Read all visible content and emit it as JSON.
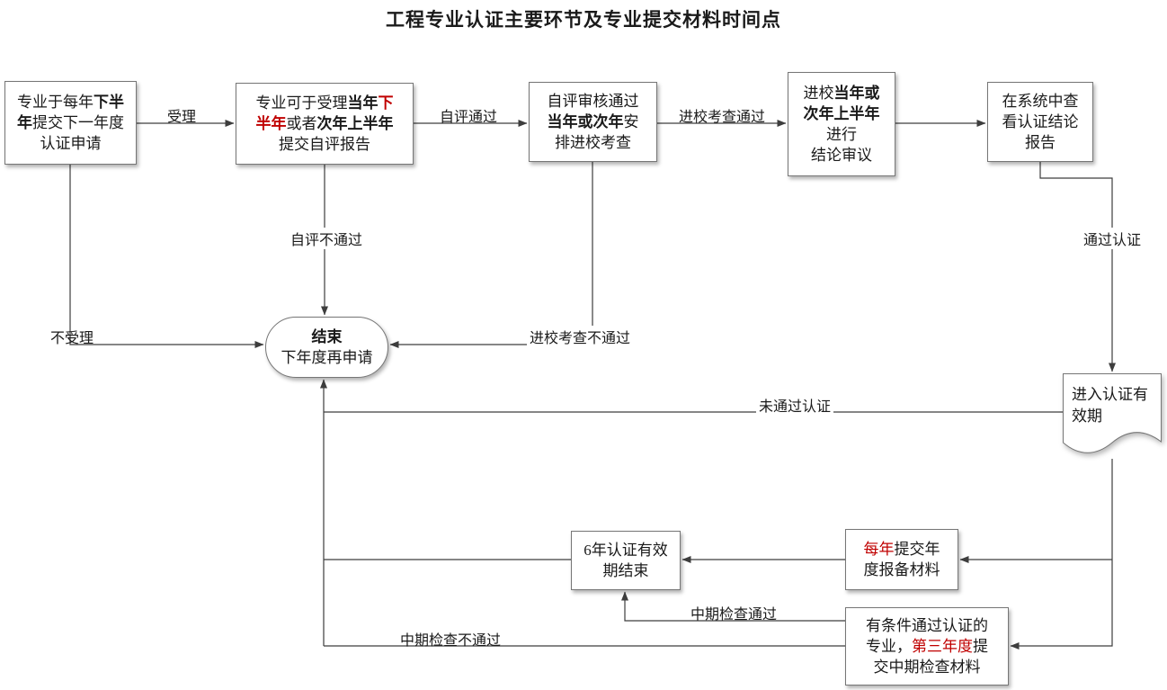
{
  "title": "工程专业认证主要环节及专业提交材料时间点",
  "colors": {
    "red": "#c00000",
    "line": "#3d3d3d",
    "border": "#767676"
  },
  "nodes": {
    "apply": {
      "lines": [
        [
          {
            "t": "专业于每年"
          },
          {
            "t": "下半",
            "b": true
          }
        ],
        [
          {
            "t": "年",
            "b": true
          },
          {
            "t": "提交下一年度"
          }
        ],
        [
          {
            "t": "认证申请"
          }
        ]
      ]
    },
    "self_report": {
      "lines": [
        [
          {
            "t": "专业可于受理"
          },
          {
            "t": "当年",
            "b": true
          },
          {
            "t": "下",
            "b": true,
            "c": "red"
          }
        ],
        [
          {
            "t": "半年",
            "b": true,
            "c": "red"
          },
          {
            "t": "或者"
          },
          {
            "t": "次年上半年",
            "b": true
          }
        ],
        [
          {
            "t": "提交自评报告"
          }
        ]
      ]
    },
    "onsite": {
      "lines": [
        [
          {
            "t": "自评审核通过"
          }
        ],
        [
          {
            "t": "当年或次年",
            "b": true
          },
          {
            "t": "安"
          }
        ],
        [
          {
            "t": "排进校考查"
          }
        ]
      ]
    },
    "conclusion": {
      "lines": [
        [
          {
            "t": "进校"
          },
          {
            "t": "当年或",
            "b": true
          }
        ],
        [
          {
            "t": "次年上半年",
            "b": true
          }
        ],
        [
          {
            "t": "进行"
          }
        ],
        [
          {
            "t": "结论审议"
          }
        ]
      ]
    },
    "view_result": {
      "lines": [
        [
          {
            "t": "在系统中查"
          }
        ],
        [
          {
            "t": "看认证结论"
          }
        ],
        [
          {
            "t": "报告"
          }
        ]
      ]
    },
    "end": {
      "lines": [
        [
          {
            "t": "结束",
            "b": true
          }
        ],
        [
          {
            "t": "下年度再申请"
          }
        ]
      ]
    },
    "validity": {
      "lines": [
        [
          {
            "t": "进入认证有"
          }
        ],
        [
          {
            "t": "效期"
          }
        ]
      ]
    },
    "six_year": {
      "lines": [
        [
          {
            "t": "6年认证有效"
          }
        ],
        [
          {
            "t": "期结束"
          }
        ]
      ]
    },
    "annual": {
      "lines": [
        [
          {
            "t": "每年",
            "c": "red"
          },
          {
            "t": "提交年"
          }
        ],
        [
          {
            "t": "度报备材料"
          }
        ]
      ]
    },
    "conditional": {
      "lines": [
        [
          {
            "t": "有条件通过认证的"
          }
        ],
        [
          {
            "t": "专业，"
          },
          {
            "t": "第三年度",
            "c": "red"
          },
          {
            "t": "提"
          }
        ],
        [
          {
            "t": "交中期检查材料"
          }
        ]
      ]
    }
  },
  "edge_labels": {
    "accept": "受理",
    "self_eval_pass": "自评通过",
    "onsite_pass": "进校考查通过",
    "cert_pass": "通过认证",
    "self_eval_fail": "自评不通过",
    "reject": "不受理",
    "onsite_fail": "进校考查不通过",
    "cert_fail": "未通过认证",
    "midterm_pass": "中期检查通过",
    "midterm_fail": "中期检查不通过"
  }
}
